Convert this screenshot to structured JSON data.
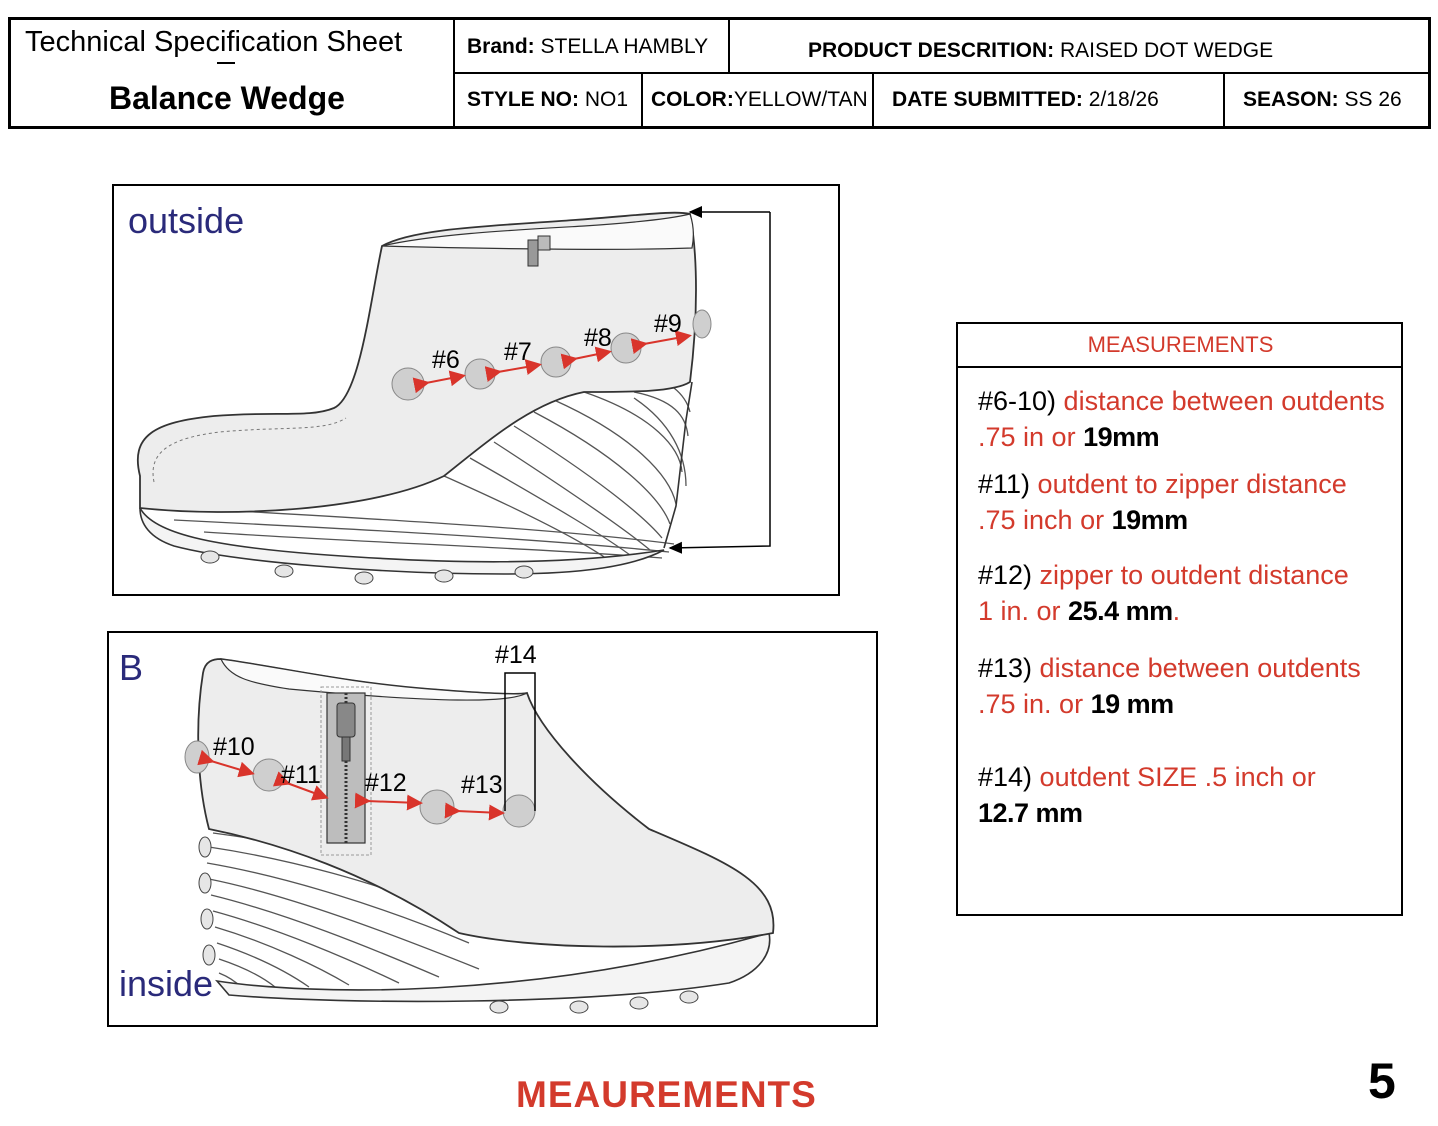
{
  "header": {
    "sheet_title": "Technical Specification Sheet",
    "style_name": "Balance Wedge",
    "brand_label": "Brand:",
    "brand_value": " STELLA HAMBLY",
    "product_label": "PRODUCT DESCRITION:",
    "product_value": " RAISED DOT WEDGE",
    "style_no_label": "STYLE NO:",
    "style_no_value": " NO1",
    "color_label": "COLOR:",
    "color_value": "YELLOW/TAN",
    "date_label": "DATE SUBMITTED:",
    "date_value": " 2/18/26",
    "season_label": "SEASON:",
    "season_value": " SS 26"
  },
  "outside_view": {
    "label": "outside",
    "callouts": [
      "#6",
      "#7",
      "#8",
      "#9"
    ]
  },
  "inside_view": {
    "label_top": "B",
    "label_bottom": "inside",
    "callouts": [
      "#10",
      "#11",
      "#12",
      "#13",
      "#14"
    ]
  },
  "measurements": {
    "heading": "MEASUREMENTS",
    "items": [
      {
        "id": "#6-10)",
        "desc": " distance between outdents",
        "imperial": ".75 in or ",
        "metric": "19mm",
        "tail": ""
      },
      {
        "id": "#11)",
        "desc": " outdent to zipper distance",
        "imperial": ".75 inch or ",
        "metric": "19mm",
        "tail": ""
      },
      {
        "id": "#12)",
        "desc": " zipper to outdent distance",
        "imperial": "1 in. or ",
        "metric": "25.4 mm",
        "tail": "."
      },
      {
        "id": "#13)",
        "desc": " distance between outdents",
        "imperial": ".75 in. or ",
        "metric": "19 mm",
        "tail": ""
      },
      {
        "id": "#14)",
        "desc": " outdent SIZE .5 inch or",
        "imperial": "",
        "metric": "12.7 mm",
        "tail": ""
      }
    ]
  },
  "footer": {
    "title": "MEAUREMENTS",
    "page_number": "5"
  },
  "colors": {
    "accent_red": "#d33a2c",
    "label_blue": "#2a2a7a",
    "arrow_red": "#d9342b",
    "dot_gray": "#cfcfcf"
  }
}
